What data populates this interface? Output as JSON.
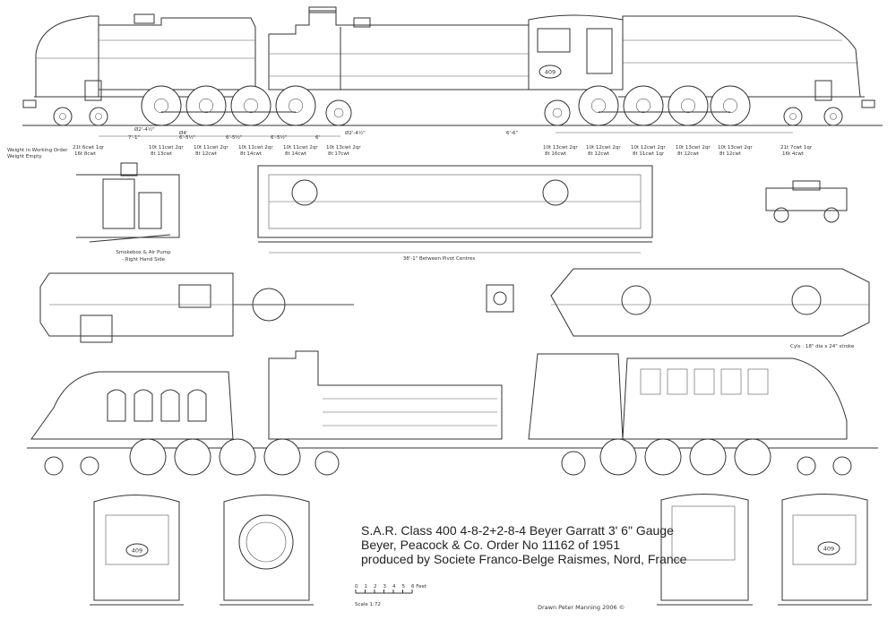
{
  "title": {
    "line1": "S.A.R. Class 400 4-8-2+2-8-4 Beyer Garratt 3' 6\" Gauge",
    "line2": "Beyer, Peacock & Co. Order No 11162 of 1951",
    "line3": "produced by Societe Franco-Belge Raismes, Nord, France"
  },
  "scale": {
    "ticks": [
      "0",
      "1",
      "2",
      "3",
      "4",
      "5",
      "6 Feet"
    ],
    "label": "Scale 1:72"
  },
  "credit": "Drawn Peter Manning 2006 ©",
  "loco_number": "409",
  "weights_legend": {
    "working": "Weight in Working Order",
    "empty": "Weight Empty"
  },
  "axle_weights": [
    {
      "working": "21t 6cwt 1qr",
      "empty": "16t 8cwt"
    },
    {
      "working": "10t 11cwt 2qr",
      "empty": "8t 13cwt"
    },
    {
      "working": "10t 11cwt 2qr",
      "empty": "8t 12cwt"
    },
    {
      "working": "10t 11cwt 2qr",
      "empty": "8t 14cwt"
    },
    {
      "working": "10t 11cwt 2qr",
      "empty": "8t 14cwt"
    },
    {
      "working": "10t 13cwt 2qr",
      "empty": "8t 17cwt"
    },
    {
      "working": "10t 13cwt 2qr",
      "empty": "8t 16cwt"
    },
    {
      "working": "10t 12cwt 2qr",
      "empty": "8t 12cwt"
    },
    {
      "working": "10t 12cwt 2qr",
      "empty": "8t 11cwt 1qr"
    },
    {
      "working": "10t 13cwt 2qr",
      "empty": "8t 12cwt"
    },
    {
      "working": "10t 13cwt 2qr",
      "empty": "8t 12cwt"
    },
    {
      "working": "21t 7cwt 1qr",
      "empty": "16t 4cwt"
    }
  ],
  "dimensions": {
    "d1": "7'-1\"",
    "d2": "6'-5½\"",
    "d3": "6'-5½\"",
    "d4": "6'-5½\"",
    "d5": "6'",
    "d6": "6'-6\"",
    "wheel_front": "Ø2'-4½\"",
    "wheel_driver": "Ø4'",
    "wheel_rear": "Ø2'-4½\"",
    "pivot": "38'-1\" Between Pivot Centres"
  },
  "notes": {
    "smokebox": "Smokebox & Air Pump",
    "smokebox2": "- Right Hand Side",
    "cyls": "Cyls : 18\" dia x 24\" stroke"
  }
}
